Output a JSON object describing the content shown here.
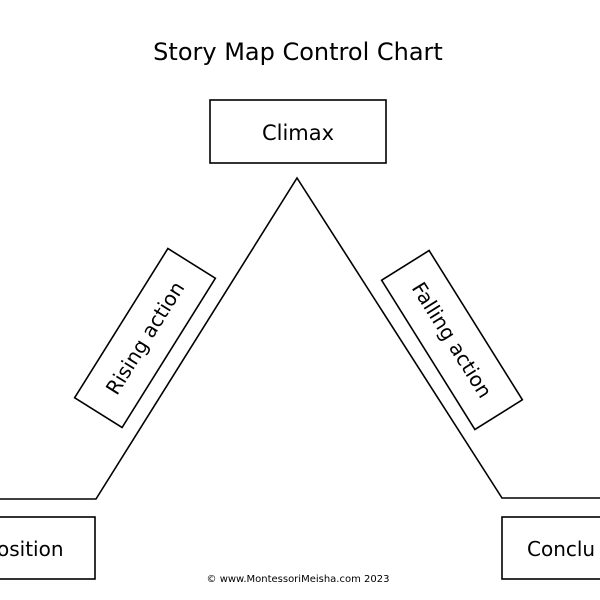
{
  "title": "Story Map Control Chart",
  "boxes": {
    "climax": "Climax",
    "rising_action": "Rising action",
    "falling_action": "Falling action",
    "exposition_visible": "osition",
    "conclusion_visible": "Conclu"
  },
  "footer": "©  www.MontessoriMeisha.com  2023",
  "colors": {
    "stroke": "#000000",
    "background": "#ffffff"
  }
}
